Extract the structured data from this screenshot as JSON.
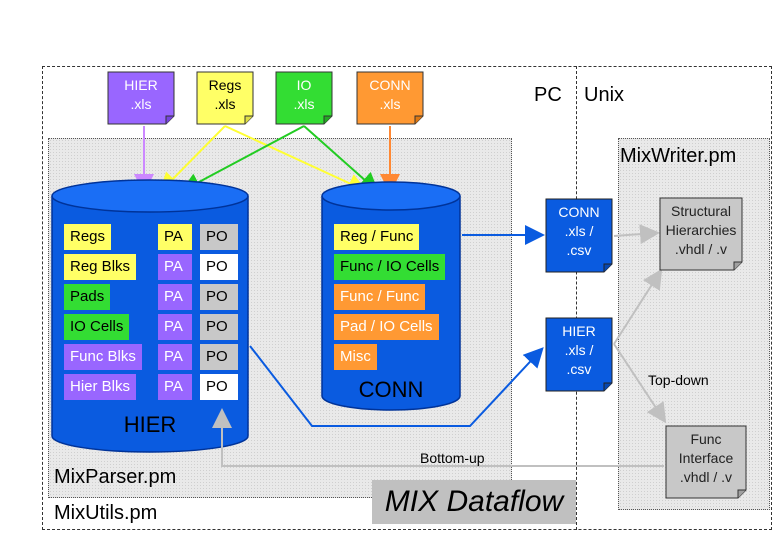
{
  "inputs": {
    "hier": [
      "HIER",
      ".xls"
    ],
    "regs": [
      "Regs",
      ".xls"
    ],
    "io": [
      "IO",
      ".xls"
    ],
    "conn": [
      "CONN",
      ".xls"
    ]
  },
  "platform": {
    "pc": "PC",
    "unix": "Unix"
  },
  "modules": {
    "mixwriter": "MixWriter.pm",
    "mixparser": "MixParser.pm",
    "mixutils": "MixUtils.pm"
  },
  "hier_db": {
    "label": "HIER",
    "rows": [
      {
        "name": "Regs",
        "pa": "PA",
        "po": "PO"
      },
      {
        "name": "Reg Blks",
        "pa": "PA",
        "po": "PO"
      },
      {
        "name": "Pads",
        "pa": "PA",
        "po": "PO"
      },
      {
        "name": "IO Cells",
        "pa": "PA",
        "po": "PO"
      },
      {
        "name": "Func Blks",
        "pa": "PA",
        "po": "PO"
      },
      {
        "name": "Hier Blks",
        "pa": "PA",
        "po": "PO"
      }
    ]
  },
  "conn_db": {
    "label": "CONN",
    "rows": [
      "Reg / Func",
      "Func / IO Cells",
      "Func / Func",
      "Pad / IO Cells",
      "Misc"
    ]
  },
  "outputs": {
    "conn_csv": [
      "CONN",
      ".xls /",
      ".csv"
    ],
    "hier_csv": [
      "HIER",
      ".xls /",
      ".csv"
    ],
    "structural": [
      "Structural",
      "Hierarchies",
      ".vhdl / .v"
    ],
    "func_iface": [
      "Func",
      "Interface",
      ".vhdl / .v"
    ]
  },
  "annotations": {
    "top_down": "Top-down",
    "bottom_up": "Bottom-up"
  },
  "title": "MIX Dataflow",
  "colors": {
    "blue": "#0a5be0",
    "yellow": "#ffff66",
    "green": "#33dd33",
    "orange": "#ff9933",
    "purple": "#9966ff",
    "gray_doc": "#c8c8c8"
  }
}
